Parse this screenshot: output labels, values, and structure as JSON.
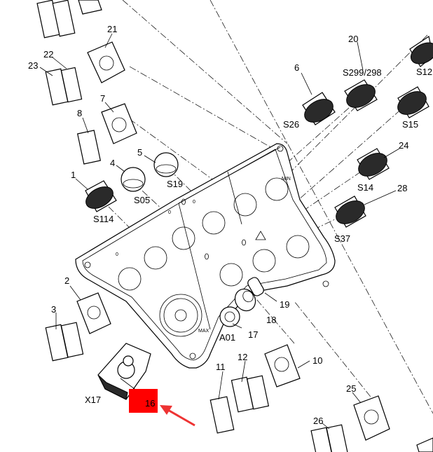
{
  "callouts": {
    "c21": "21",
    "c20": "20",
    "s299": "S299/298",
    "s12": "S12",
    "c22": "22",
    "c23": "23",
    "c6": "6",
    "c7": "7",
    "c8": "8",
    "s26": "S26",
    "s15": "S15",
    "c24": "24",
    "c5": "5",
    "s19": "S19",
    "c4": "4",
    "s05": "S05",
    "c1": "1",
    "s114": "S114",
    "s14": "S14",
    "c28": "28",
    "s37": "S37",
    "c2": "2",
    "c3": "3",
    "c19": "19",
    "c18": "18",
    "a01": "A01",
    "c17": "17",
    "c10": "10",
    "c12": "12",
    "c11": "11",
    "x17": "X17",
    "c16": "16",
    "c25": "25",
    "c26": "26"
  },
  "panel": {
    "min_label": "MIN",
    "max_label": "MAX",
    "zero_a": "0",
    "zero_b": "0",
    "zero_c": "0"
  },
  "highlight": {
    "color": "#ff0000",
    "arrow_color": "#ee3333"
  },
  "icons": [
    "push-button-switch",
    "switch-contact-block",
    "rotary-knob",
    "joystick",
    "control-panel-plate",
    "pointer-arrow"
  ]
}
